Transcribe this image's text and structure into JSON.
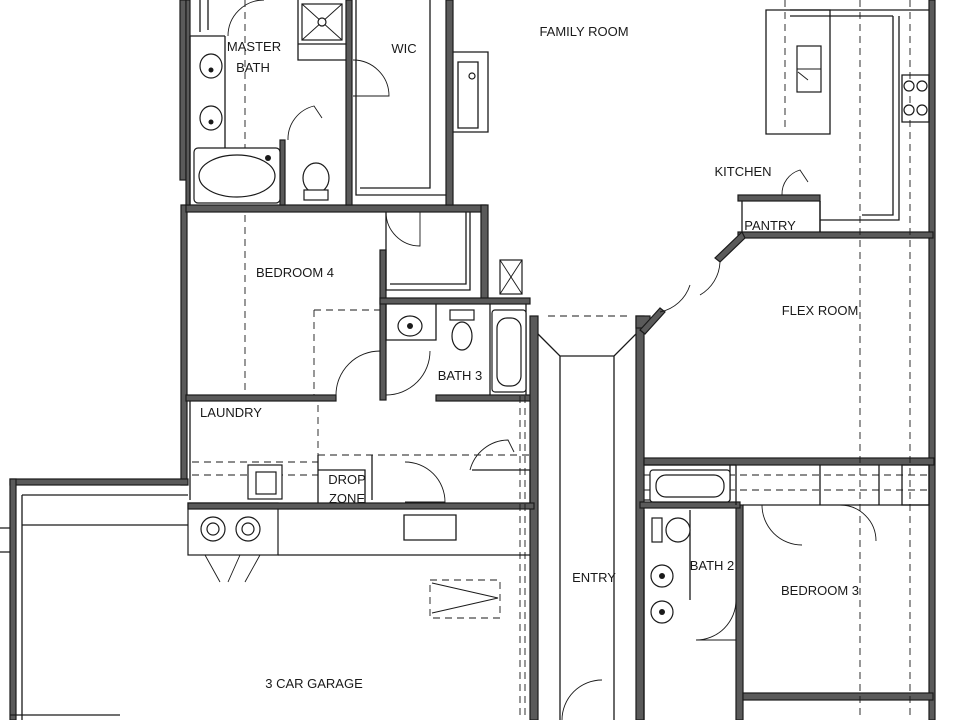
{
  "rooms": {
    "family_room": "FAMILY ROOM",
    "master_bath_line1": "MASTER",
    "master_bath_line2": "BATH",
    "wic": "WIC",
    "kitchen": "KITCHEN",
    "pantry": "PANTRY",
    "bedroom4": "BEDROOM 4",
    "flex_room": "FLEX ROOM",
    "bath3": "BATH 3",
    "laundry": "LAUNDRY",
    "drop_zone_line1": "DROP",
    "drop_zone_line2": "ZONE",
    "entry": "ENTRY",
    "bath2": "BATH 2",
    "bedroom3": "BEDROOM 3",
    "garage": "3 CAR GARAGE"
  },
  "colors": {
    "line": "#1a1a1a",
    "wall_fill": "#5a5a5a",
    "background": "#ffffff"
  }
}
